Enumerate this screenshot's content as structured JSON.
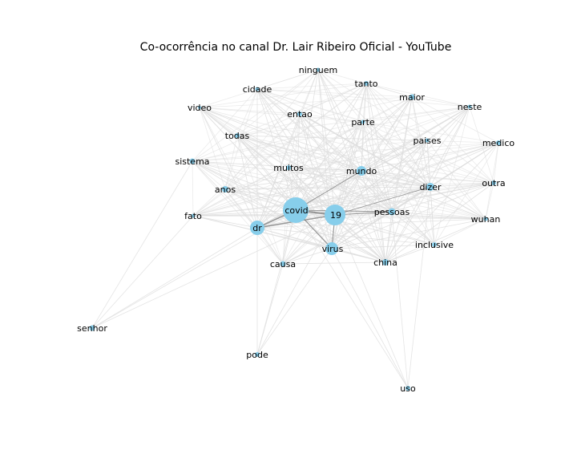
{
  "title": "Co-ocorrência no canal Dr. Lair Ribeiro Oficial - YouTube",
  "colors": {
    "node": "#87ceeb",
    "edge_light": "#dddddd",
    "edge_dark": "#555555",
    "label": "#000000",
    "background": "#ffffff"
  },
  "nodes": [
    {
      "id": "covid",
      "label": "covid",
      "weight": 10
    },
    {
      "id": "19",
      "label": "19",
      "weight": 8
    },
    {
      "id": "dr",
      "label": "dr",
      "weight": 5
    },
    {
      "id": "virus",
      "label": "virus",
      "weight": 4
    },
    {
      "id": "mundo",
      "label": "mundo",
      "weight": 3
    },
    {
      "id": "dizer",
      "label": "dizer",
      "weight": 3
    },
    {
      "id": "pessoas",
      "label": "pessoas",
      "weight": 2
    },
    {
      "id": "china",
      "label": "china",
      "weight": 2
    },
    {
      "id": "anos",
      "label": "anos",
      "weight": 2
    },
    {
      "id": "sistema",
      "label": "sistema",
      "weight": 2
    },
    {
      "id": "maior",
      "label": "maior",
      "weight": 2
    },
    {
      "id": "tanto",
      "label": "tanto",
      "weight": 1
    },
    {
      "id": "ninguem",
      "label": "ninguem",
      "weight": 1
    },
    {
      "id": "cidade",
      "label": "cidade",
      "weight": 1
    },
    {
      "id": "video",
      "label": "video",
      "weight": 1
    },
    {
      "id": "entao",
      "label": "entao",
      "weight": 1
    },
    {
      "id": "parte",
      "label": "parte",
      "weight": 1
    },
    {
      "id": "neste",
      "label": "neste",
      "weight": 1
    },
    {
      "id": "todas",
      "label": "todas",
      "weight": 1
    },
    {
      "id": "paises",
      "label": "paises",
      "weight": 1
    },
    {
      "id": "medico",
      "label": "medico",
      "weight": 1
    },
    {
      "id": "muitos",
      "label": "muitos",
      "weight": 1
    },
    {
      "id": "outra",
      "label": "outra",
      "weight": 1
    },
    {
      "id": "fato",
      "label": "fato",
      "weight": 1
    },
    {
      "id": "wuhan",
      "label": "wuhan",
      "weight": 1
    },
    {
      "id": "inclusive",
      "label": "inclusive",
      "weight": 1
    },
    {
      "id": "causa",
      "label": "causa",
      "weight": 1
    },
    {
      "id": "senhor",
      "label": "senhor",
      "weight": 1
    },
    {
      "id": "pode",
      "label": "pode",
      "weight": 1
    },
    {
      "id": "uso",
      "label": "uso",
      "weight": 1
    }
  ]
}
